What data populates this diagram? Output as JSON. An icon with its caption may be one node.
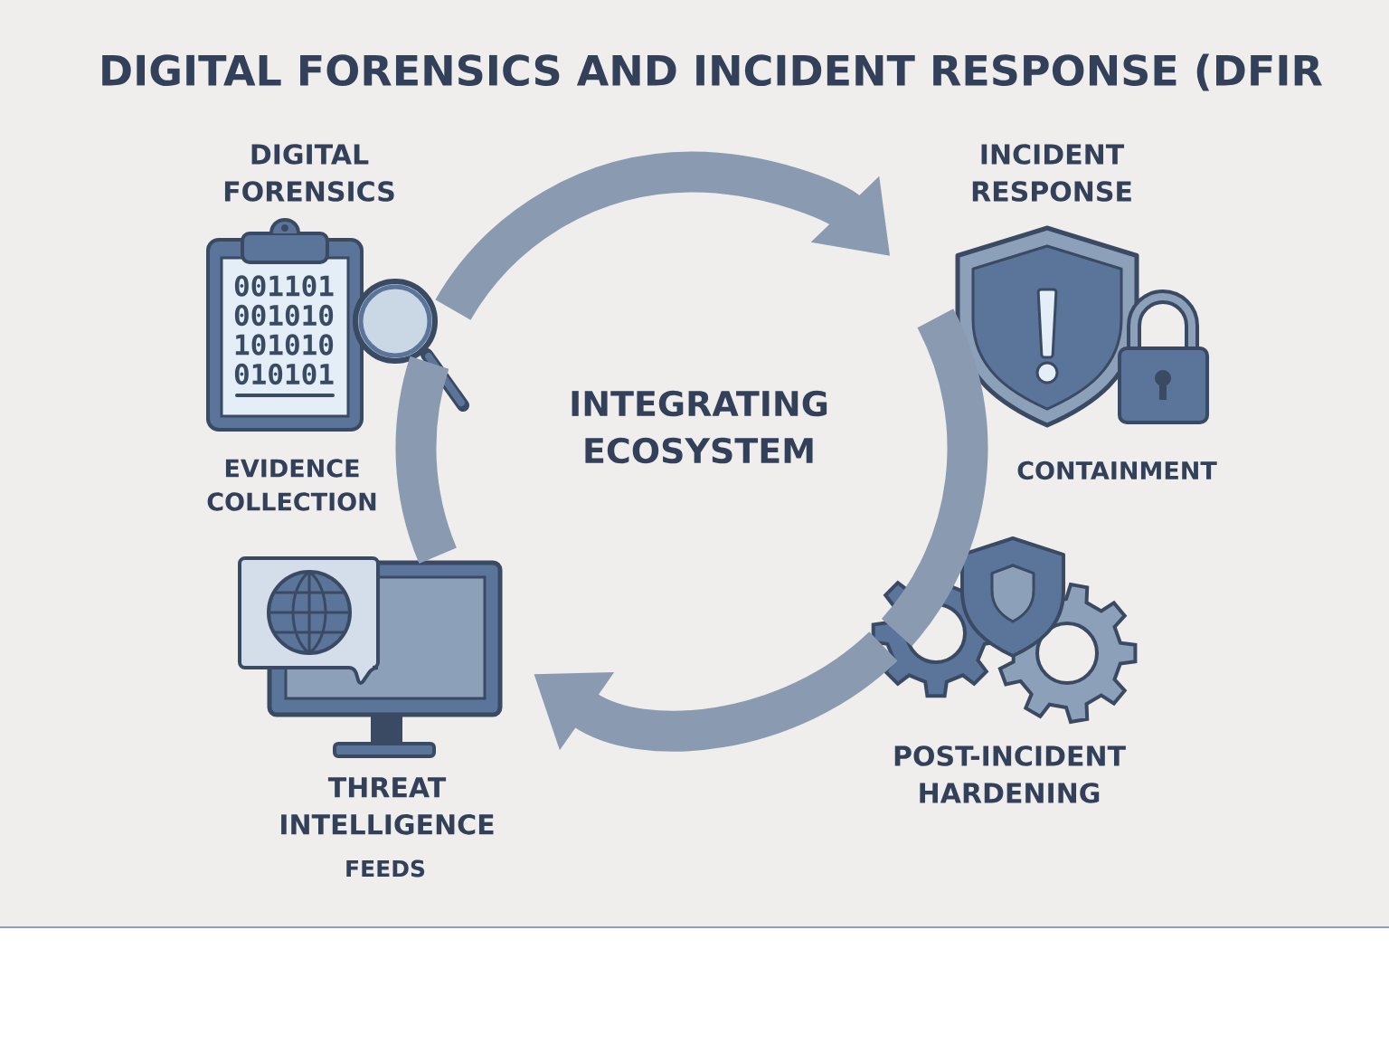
{
  "diagram": {
    "title": "DIGITAL FORENSICS AND INCIDENT RESPONSE (DFIR",
    "nodes": [
      {
        "text": [
          "DIGITAL FORENSICS",
          "EVIDENCE COLLECTION"
        ]
      },
      {
        "text": [
          "INCIDENT RESPONSE",
          "CONTAINMENT"
        ]
      },
      {
        "text": [
          "POST-INCIDENT HARDENING"
        ]
      },
      {
        "text": [
          "THREAT INTELLIGENCE",
          "FEEDS"
        ]
      },
      {
        "text": [
          "INTEGRATING ECOSYSTEM"
        ]
      }
    ],
    "edges": [
      {
        "from": 0,
        "to": 1,
        "arrow": "to"
      },
      {
        "from": 1,
        "to": 2,
        "arrow": "none"
      },
      {
        "from": 2,
        "to": 3,
        "arrow": "to"
      },
      {
        "from": 3,
        "to": 0,
        "arrow": "none"
      }
    ],
    "labels": [
      "001101",
      "001010",
      "101010",
      "010101"
    ]
  }
}
